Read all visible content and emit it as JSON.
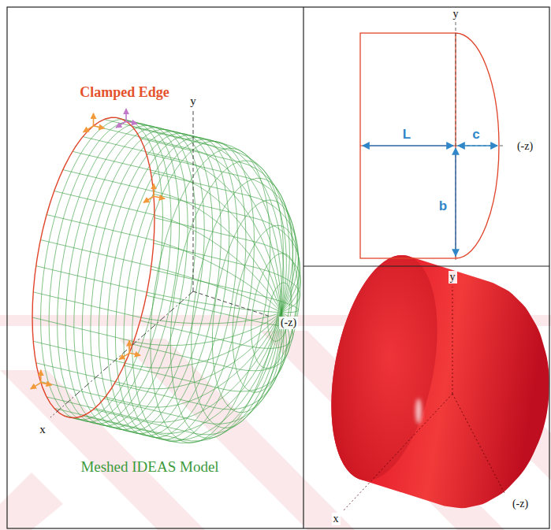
{
  "diagram": {
    "labels": [
      "Clamped Edge",
      "y",
      "(-z)",
      "x",
      "Meshed IDEAS Model",
      "y",
      "L",
      "c",
      "(-z)",
      "b",
      "y",
      "(-z)",
      "x"
    ]
  }
}
